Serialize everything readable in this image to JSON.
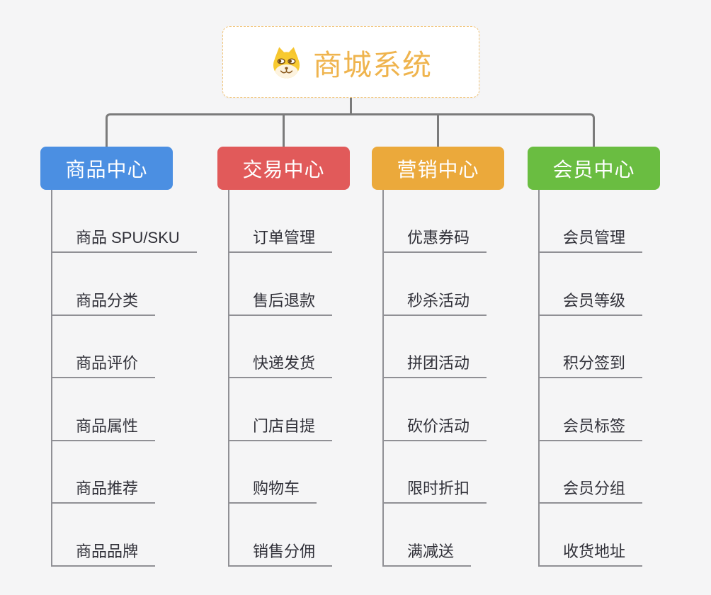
{
  "root": {
    "label": "商城系统",
    "icon": "doge-face-icon"
  },
  "branches": [
    {
      "label": "商品中心",
      "color": "#4B8FE2",
      "children": [
        "商品 SPU/SKU",
        "商品分类",
        "商品评价",
        "商品属性",
        "商品推荐",
        "商品品牌"
      ]
    },
    {
      "label": "交易中心",
      "color": "#E15A5A",
      "children": [
        "订单管理",
        "售后退款",
        "快递发货",
        "门店自提",
        "购物车",
        "销售分佣"
      ]
    },
    {
      "label": "营销中心",
      "color": "#EBA93B",
      "children": [
        "优惠券码",
        "秒杀活动",
        "拼团活动",
        "砍价活动",
        "限时折扣",
        "满减送"
      ]
    },
    {
      "label": "会员中心",
      "color": "#6ABD41",
      "children": [
        "会员管理",
        "会员等级",
        "积分签到",
        "会员标签",
        "会员分组",
        "收货地址"
      ]
    }
  ],
  "colors": {
    "background": "#F5F5F6",
    "connector_line": "#7B7B7B",
    "underline": "#909095",
    "leaf_text": "#303038",
    "root_text": "#EFB44E",
    "root_border": "#F2C57A"
  }
}
